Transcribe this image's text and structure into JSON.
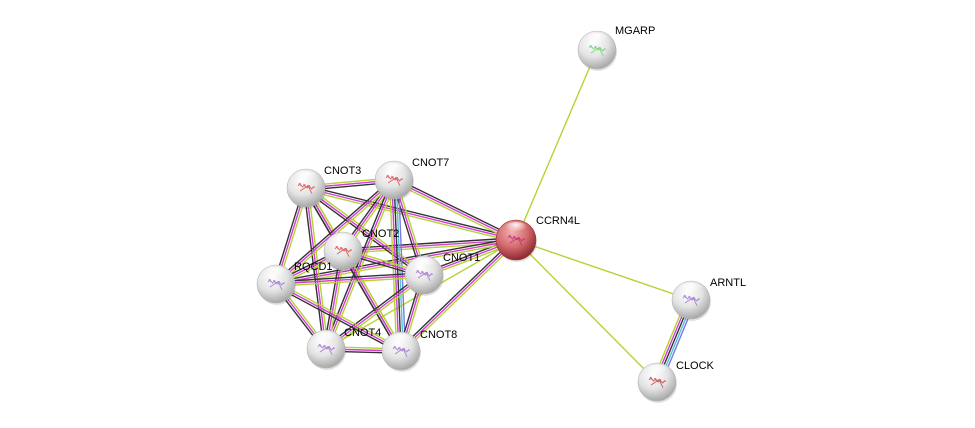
{
  "title": "Protein interaction network",
  "colors": {
    "query_node": "#c0393f",
    "node": "#d9d9d9",
    "text_mining": "#b5d334",
    "experiments": "#d23fd6",
    "coexpression": "#333333",
    "database": "#52c1d9",
    "homology": "#7a7ae8"
  },
  "nodes": [
    {
      "id": "MGARP",
      "label": "MGARP",
      "query": false,
      "art": "#6ad06a"
    },
    {
      "id": "CNOT3",
      "label": "CNOT3",
      "query": false,
      "art": "#d94a4a"
    },
    {
      "id": "CNOT7",
      "label": "CNOT7",
      "query": false,
      "art": "#d94a4a"
    },
    {
      "id": "CCRN4L",
      "label": "CCRN4L",
      "query": true,
      "art": "#c4287a"
    },
    {
      "id": "CNOT2",
      "label": "CNOT2",
      "query": false,
      "art": "#d94a4a"
    },
    {
      "id": "CNOT1",
      "label": "CNOT1",
      "query": false,
      "art": "#a070d0"
    },
    {
      "id": "RQCD1",
      "label": "RQCD1",
      "query": false,
      "art": "#a070d0"
    },
    {
      "id": "ARNTL",
      "label": "ARNTL",
      "query": false,
      "art": "#a070d0"
    },
    {
      "id": "CNOT4",
      "label": "CNOT4",
      "query": false,
      "art": "#a070d0"
    },
    {
      "id": "CNOT8",
      "label": "CNOT8",
      "query": false,
      "art": "#a070d0"
    },
    {
      "id": "CLOCK",
      "label": "CLOCK",
      "query": false,
      "art": "#c04040"
    }
  ],
  "edges": [
    {
      "source": "CCRN4L",
      "target": "MGARP",
      "types": [
        "text_mining"
      ]
    },
    {
      "source": "CCRN4L",
      "target": "ARNTL",
      "types": [
        "text_mining"
      ]
    },
    {
      "source": "CCRN4L",
      "target": "CLOCK",
      "types": [
        "text_mining"
      ]
    },
    {
      "source": "ARNTL",
      "target": "CLOCK",
      "types": [
        "homology",
        "database",
        "coexpression",
        "experiments",
        "text_mining"
      ]
    },
    {
      "source": "CCRN4L",
      "target": "CNOT3",
      "types": [
        "text_mining",
        "experiments",
        "coexpression"
      ]
    },
    {
      "source": "CCRN4L",
      "target": "CNOT7",
      "types": [
        "text_mining",
        "experiments",
        "coexpression"
      ]
    },
    {
      "source": "CCRN4L",
      "target": "CNOT2",
      "types": [
        "text_mining",
        "experiments",
        "coexpression"
      ]
    },
    {
      "source": "CCRN4L",
      "target": "CNOT1",
      "types": [
        "text_mining",
        "experiments",
        "coexpression"
      ]
    },
    {
      "source": "CCRN4L",
      "target": "RQCD1",
      "types": [
        "text_mining",
        "experiments",
        "coexpression"
      ]
    },
    {
      "source": "CCRN4L",
      "target": "CNOT8",
      "types": [
        "text_mining",
        "experiments",
        "coexpression"
      ]
    },
    {
      "source": "CCRN4L",
      "target": "CNOT4",
      "types": [
        "text_mining"
      ]
    },
    {
      "source": "CNOT3",
      "target": "CNOT7",
      "types": [
        "text_mining",
        "experiments",
        "coexpression"
      ]
    },
    {
      "source": "CNOT3",
      "target": "CNOT2",
      "types": [
        "text_mining",
        "experiments",
        "coexpression"
      ]
    },
    {
      "source": "CNOT3",
      "target": "CNOT1",
      "types": [
        "text_mining",
        "experiments",
        "coexpression"
      ]
    },
    {
      "source": "CNOT3",
      "target": "RQCD1",
      "types": [
        "text_mining",
        "experiments",
        "coexpression"
      ]
    },
    {
      "source": "CNOT3",
      "target": "CNOT4",
      "types": [
        "text_mining",
        "experiments",
        "coexpression"
      ]
    },
    {
      "source": "CNOT3",
      "target": "CNOT8",
      "types": [
        "text_mining",
        "experiments",
        "coexpression"
      ]
    },
    {
      "source": "CNOT7",
      "target": "CNOT2",
      "types": [
        "text_mining",
        "experiments",
        "coexpression"
      ]
    },
    {
      "source": "CNOT7",
      "target": "CNOT1",
      "types": [
        "text_mining",
        "experiments",
        "coexpression"
      ]
    },
    {
      "source": "CNOT7",
      "target": "RQCD1",
      "types": [
        "text_mining",
        "experiments",
        "coexpression"
      ]
    },
    {
      "source": "CNOT7",
      "target": "CNOT4",
      "types": [
        "text_mining",
        "experiments",
        "coexpression"
      ]
    },
    {
      "source": "CNOT7",
      "target": "CNOT8",
      "types": [
        "homology",
        "database",
        "coexpression",
        "experiments",
        "text_mining"
      ]
    },
    {
      "source": "CNOT2",
      "target": "CNOT1",
      "types": [
        "text_mining",
        "experiments",
        "coexpression"
      ]
    },
    {
      "source": "CNOT2",
      "target": "RQCD1",
      "types": [
        "text_mining",
        "experiments",
        "coexpression"
      ]
    },
    {
      "source": "CNOT2",
      "target": "CNOT4",
      "types": [
        "text_mining",
        "experiments",
        "coexpression"
      ]
    },
    {
      "source": "CNOT2",
      "target": "CNOT8",
      "types": [
        "text_mining",
        "experiments",
        "coexpression"
      ]
    },
    {
      "source": "CNOT1",
      "target": "RQCD1",
      "types": [
        "text_mining",
        "experiments",
        "coexpression"
      ]
    },
    {
      "source": "CNOT1",
      "target": "CNOT4",
      "types": [
        "text_mining",
        "experiments",
        "coexpression"
      ]
    },
    {
      "source": "CNOT1",
      "target": "CNOT8",
      "types": [
        "text_mining",
        "experiments",
        "coexpression"
      ]
    },
    {
      "source": "RQCD1",
      "target": "CNOT4",
      "types": [
        "text_mining",
        "experiments",
        "coexpression"
      ]
    },
    {
      "source": "RQCD1",
      "target": "CNOT8",
      "types": [
        "text_mining",
        "experiments",
        "coexpression"
      ]
    },
    {
      "source": "CNOT4",
      "target": "CNOT8",
      "types": [
        "text_mining",
        "experiments",
        "coexpression"
      ]
    }
  ]
}
